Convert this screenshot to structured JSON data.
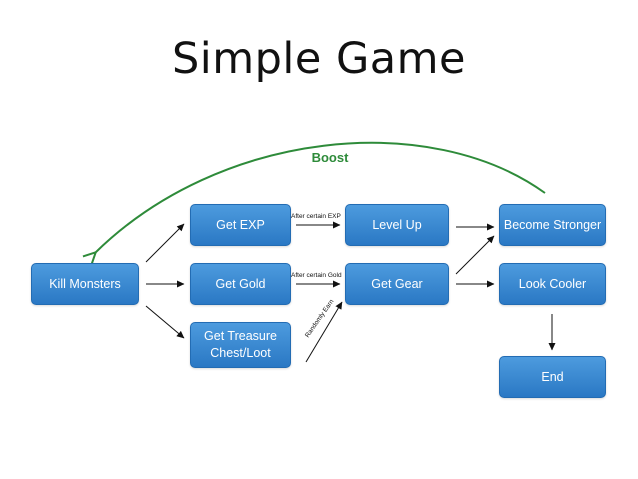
{
  "title": "Simple Game",
  "boost_label": "Boost",
  "nodes": {
    "kill_monsters": "Kill Monsters",
    "get_exp": "Get EXP",
    "get_gold": "Get Gold",
    "get_treasure": "Get Treasure\nChest/Loot",
    "level_up": "Level Up",
    "get_gear": "Get Gear",
    "become_stronger": "Become Stronger",
    "look_cooler": "Look Cooler",
    "end": "End"
  },
  "edge_labels": {
    "after_exp": "After certain EXP",
    "after_gold": "After certain Gold",
    "randomly": "Randomly Earn"
  },
  "colors": {
    "node_fill": "#2f7fcb",
    "boost": "#2e8b3a",
    "arrow": "#111111"
  }
}
